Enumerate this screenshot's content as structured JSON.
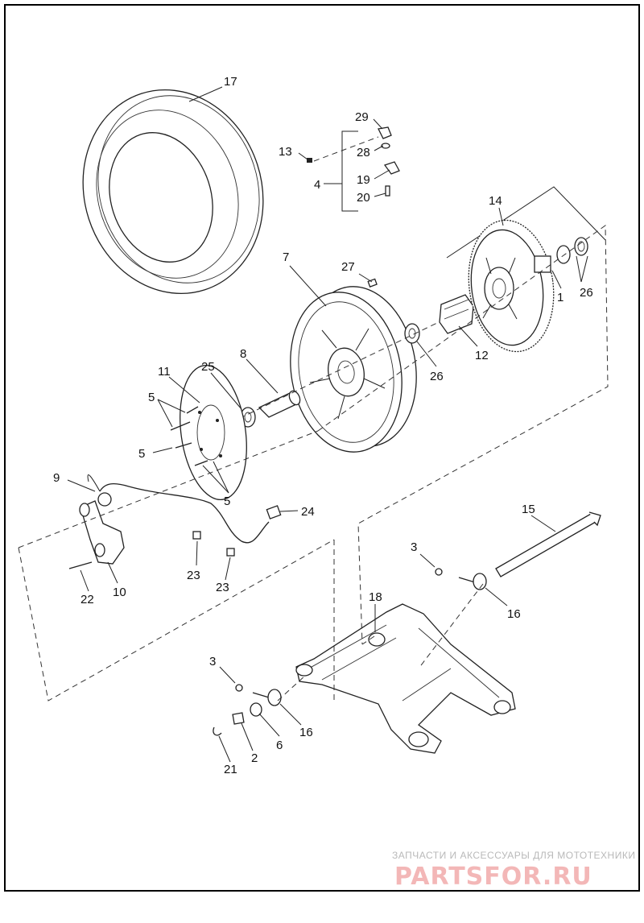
{
  "callouts": {
    "c1": "1",
    "c2": "2",
    "c3a": "3",
    "c3b": "3",
    "c4": "4",
    "c5a": "5",
    "c5b": "5",
    "c5c": "5",
    "c6": "6",
    "c7": "7",
    "c8": "8",
    "c9": "9",
    "c10": "10",
    "c11": "11",
    "c12": "12",
    "c13": "13",
    "c14": "14",
    "c15": "15",
    "c16a": "16",
    "c16b": "16",
    "c17": "17",
    "c18": "18",
    "c19": "19",
    "c20": "20",
    "c21": "21",
    "c22": "22",
    "c23a": "23",
    "c23b": "23",
    "c24": "24",
    "c25": "25",
    "c26a": "26",
    "c26b": "26",
    "c27": "27",
    "c28": "28",
    "c29": "29"
  },
  "watermark": {
    "tagline": "ЗАПЧАСТИ И АКСЕССУАРЫ ДЛЯ МОТОТЕХНИКИ",
    "brand": "PARTSFOR.RU"
  },
  "colors": {
    "line": "#222222",
    "watermark_brand": "#f3b7b7",
    "watermark_text": "#b9b9b9"
  }
}
